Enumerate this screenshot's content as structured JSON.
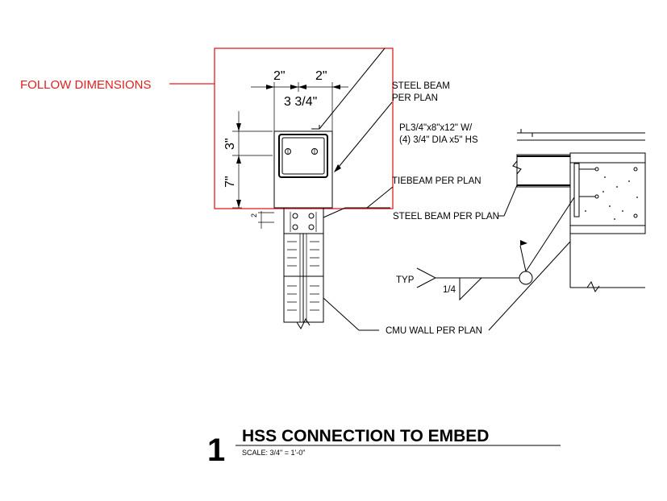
{
  "callout": {
    "follow_dimensions": "FOLLOW DIMENSIONS",
    "color": "#e02020"
  },
  "dimensions": {
    "top_left": "2\"",
    "top_right": "2\"",
    "middle": "3 3/4\"",
    "vertical_top": "3\"",
    "vertical_bottom": "7\"",
    "small": "2"
  },
  "labels": {
    "steel_beam_per_plan_1": "STEEL BEAM",
    "steel_beam_per_plan_2": "PER PLAN",
    "plate_1": "PL3/4\"x8\"x12\" W/",
    "plate_2": "(4) 3/4\" DIA x5\" HS",
    "tiebeam": "TIEBEAM PER PLAN",
    "steel_beam": "STEEL BEAM PER PLAN",
    "typ": "TYP",
    "weld_size": "1/4",
    "cmu_wall": "CMU WALL PER PLAN"
  },
  "title_block": {
    "number": "1",
    "title": "HSS CONNECTION TO EMBED",
    "scale": "SCALE:  3/4\" = 1'-0\""
  }
}
